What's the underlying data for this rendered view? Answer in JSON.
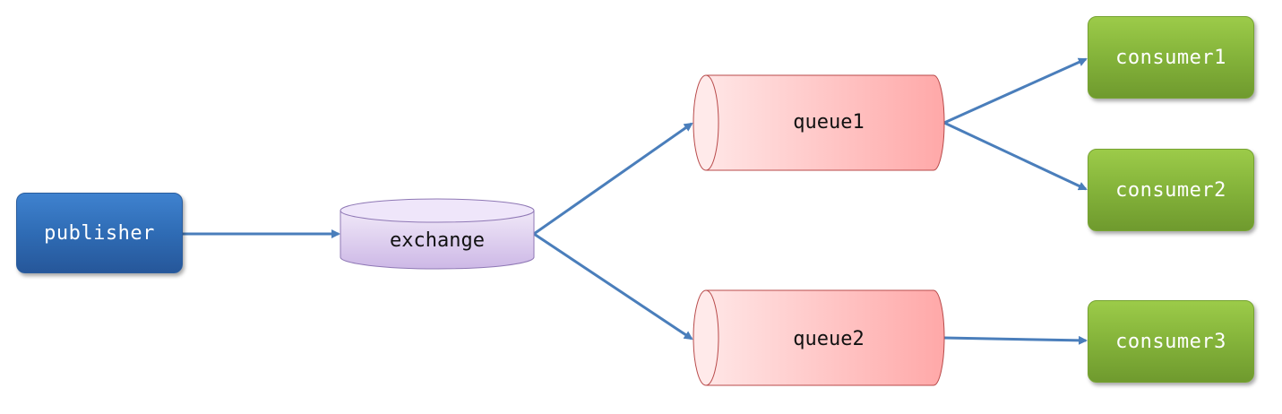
{
  "nodes": {
    "publisher": "publisher",
    "exchange": "exchange",
    "queue1": "queue1",
    "queue2": "queue2",
    "consumer1": "consumer1",
    "consumer2": "consumer2",
    "consumer3": "consumer3"
  },
  "colors": {
    "publisher": "#2f6cb5",
    "exchange": "#d3c2ea",
    "queue": "#ffaaaa",
    "consumer": "#84b33a",
    "arrow": "#4a7ebb"
  }
}
